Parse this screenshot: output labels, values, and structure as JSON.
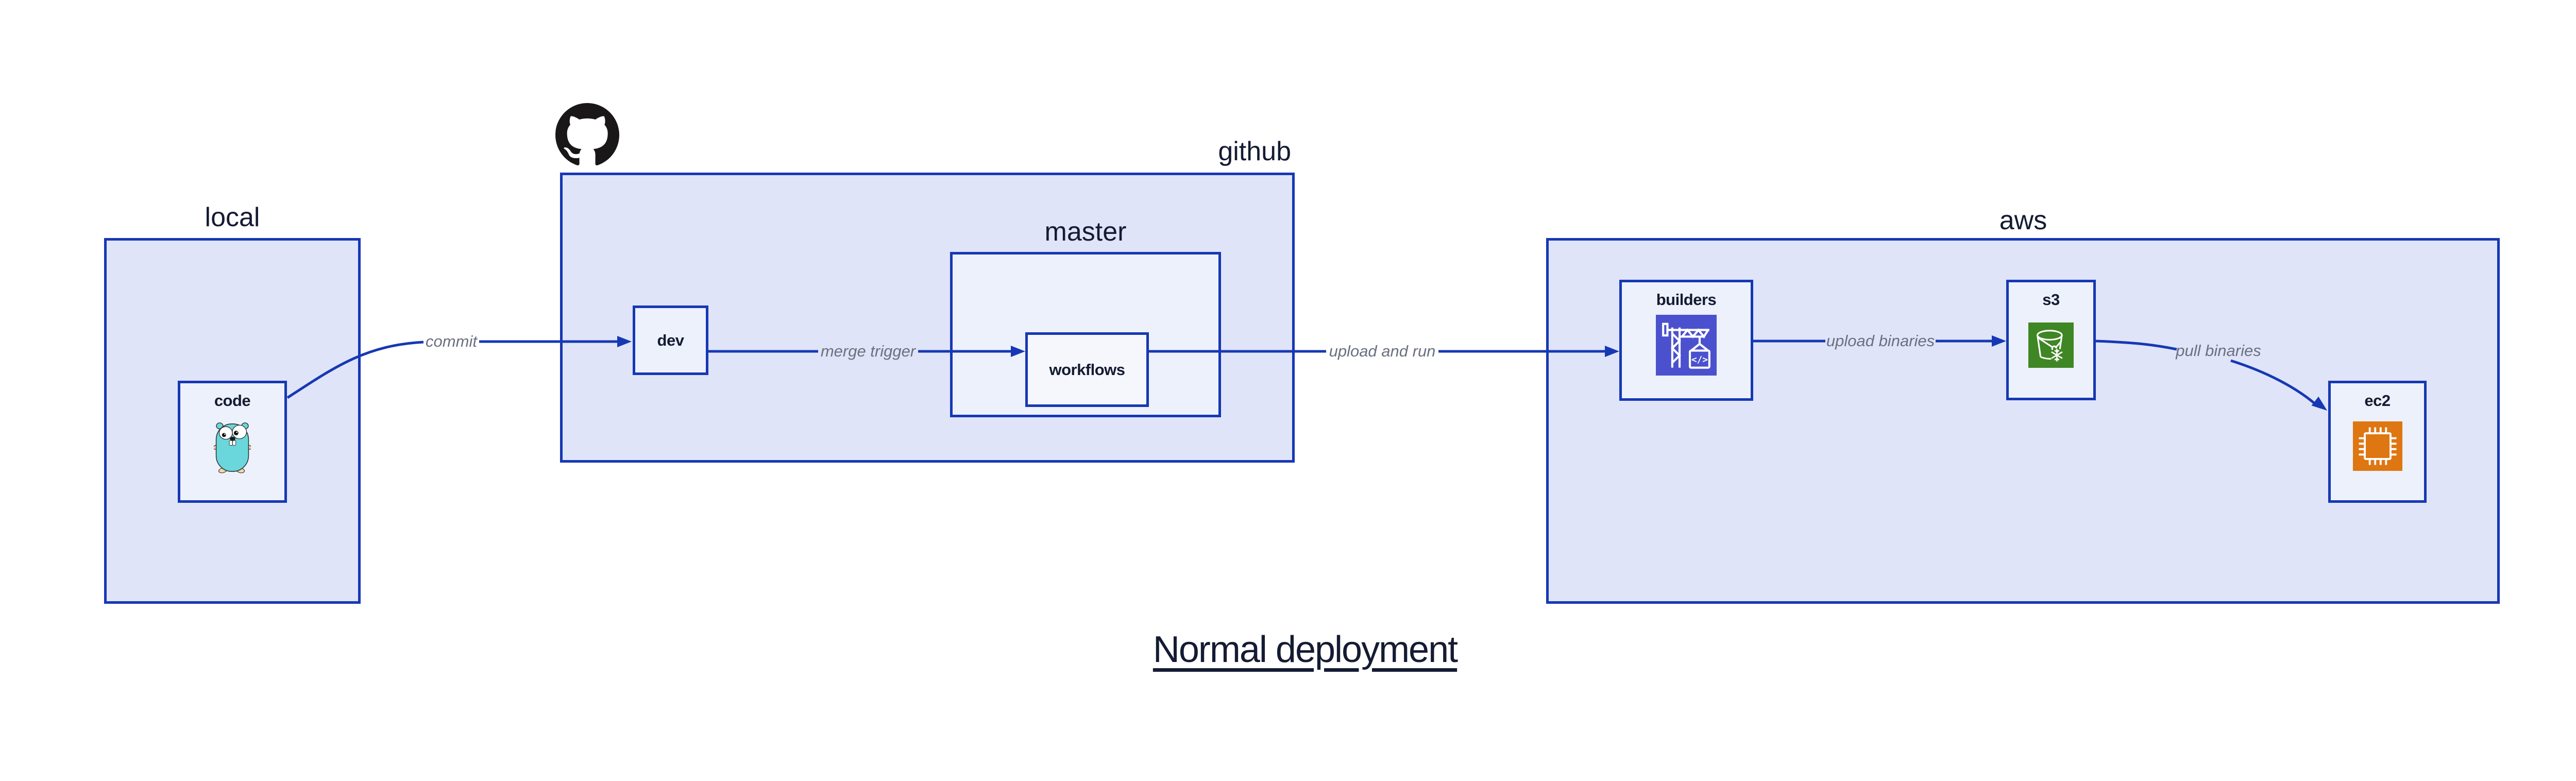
{
  "title": "Normal deployment",
  "groups": {
    "local": {
      "label": "local"
    },
    "github": {
      "label": "github"
    },
    "master": {
      "label": "master"
    },
    "aws": {
      "label": "aws"
    }
  },
  "nodes": {
    "code": {
      "label": "code",
      "icon": "go-gopher-icon"
    },
    "dev": {
      "label": "dev"
    },
    "workflows": {
      "label": "workflows"
    },
    "builders": {
      "label": "builders",
      "icon": "aws-codebuild-crane-icon"
    },
    "s3": {
      "label": "s3",
      "icon": "s3-glacier-bucket-icon"
    },
    "ec2": {
      "label": "ec2",
      "icon": "ec2-chip-icon"
    }
  },
  "edges": {
    "commit": {
      "label": "commit",
      "from": "code",
      "to": "dev"
    },
    "merge_trigger": {
      "label": "merge trigger",
      "from": "dev",
      "to": "workflows"
    },
    "upload_and_run": {
      "label": "upload and run",
      "from": "workflows",
      "to": "builders"
    },
    "upload_binaries": {
      "label": "upload binaries",
      "from": "builders",
      "to": "s3"
    },
    "pull_binaries": {
      "label": "pull binaries",
      "from": "s3",
      "to": "ec2"
    }
  },
  "icons": {
    "github_logo": "octocat-mark",
    "codebuild_glyph": "</>"
  },
  "colors": {
    "edge_blue": "#1638b4",
    "group_fill": "#dfe4f9",
    "node_fill": "#edf1fb",
    "workflows_fill": "#f5f7fd",
    "text_navy": "#141b33",
    "edge_label_gray": "#6b707f",
    "octocat_black": "#191717",
    "codebuild_indigo": "#4b51ce",
    "s3_green": "#3f8624",
    "ec2_orange": "#de7612",
    "gopher_teal": "#69d7db"
  }
}
